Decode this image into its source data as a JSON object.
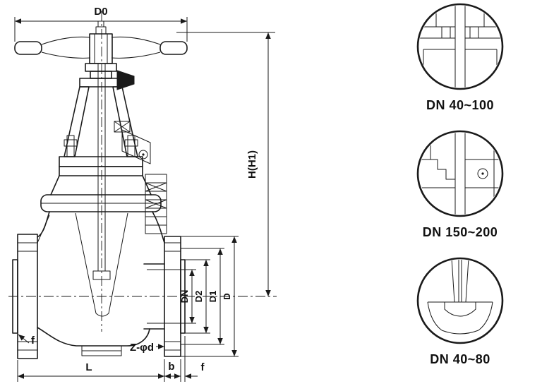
{
  "page": {
    "background": "#ffffff",
    "line_color": "#1a1a1a"
  },
  "main_view": {
    "name": "Gate valve sectional dimensional drawing"
  },
  "dimensions": {
    "d0": "D0",
    "h": "H(H1)",
    "dn": "DN",
    "d2": "D2",
    "d1": "D1",
    "d": "D",
    "l": "L",
    "b": "b",
    "f_right": "f",
    "f_left": "f",
    "bolt_spec": "Z-φd"
  },
  "details": [
    {
      "id": "detail-top",
      "label": "DN 40~100"
    },
    {
      "id": "detail-middle",
      "label": "DN 150~200"
    },
    {
      "id": "detail-bottom",
      "label": "DN 40~80"
    }
  ]
}
